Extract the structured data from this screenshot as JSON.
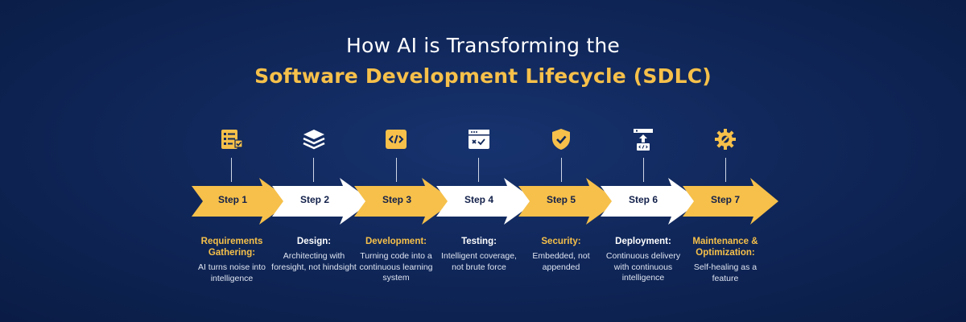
{
  "title_line1": "How AI is Transforming the",
  "title_line2": "Software Development Lifecycle (SDLC)",
  "colors": {
    "gold": "#f6c04a",
    "white": "#ffffff",
    "background": "#10275a"
  },
  "steps": [
    {
      "label": "Step 1",
      "title": "Requirements Gathering:",
      "desc": "AI turns noise into intelligence",
      "icon": "checklist-icon",
      "color": "gold"
    },
    {
      "label": "Step 2",
      "title": "Design:",
      "desc": "Architecting with foresight, not hindsight",
      "icon": "layers-icon",
      "color": "white"
    },
    {
      "label": "Step 3",
      "title": "Development:",
      "desc": "Turning code into a continuous learning system",
      "icon": "code-icon",
      "color": "gold"
    },
    {
      "label": "Step 4",
      "title": "Testing:",
      "desc": "Intelligent coverage, not brute force",
      "icon": "browser-test-icon",
      "color": "white"
    },
    {
      "label": "Step 5",
      "title": "Security:",
      "desc": "Embedded, not appended",
      "icon": "shield-check-icon",
      "color": "gold"
    },
    {
      "label": "Step 6",
      "title": "Deployment:",
      "desc": "Continuous delivery with continuous intelligence",
      "icon": "deploy-icon",
      "color": "white"
    },
    {
      "label": "Step 7",
      "title": "Maintenance & Optimization:",
      "desc": "Self-healing as a feature",
      "icon": "gear-wrench-icon",
      "color": "gold"
    }
  ]
}
